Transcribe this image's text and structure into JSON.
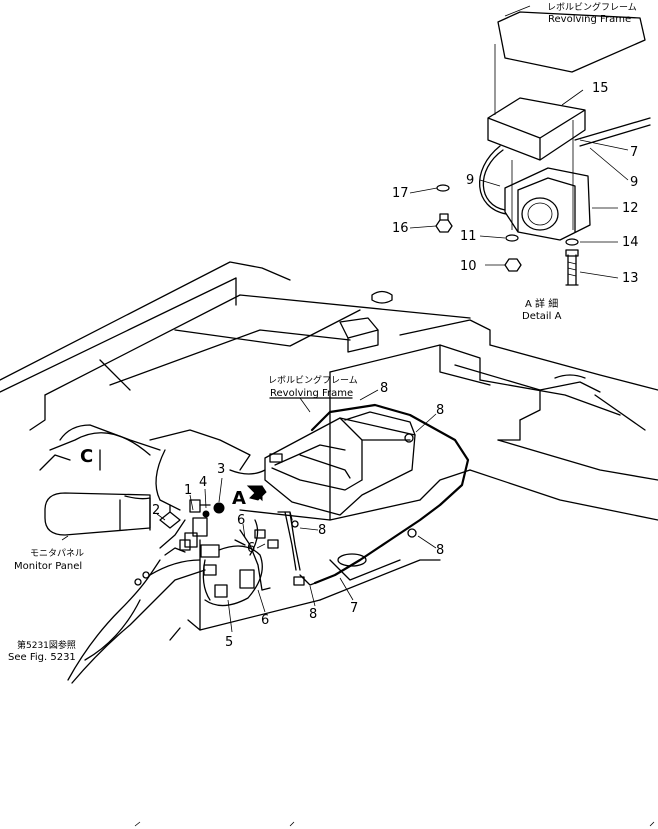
{
  "labels": {
    "revolving_frame_jp": "レボルビングフレーム",
    "revolving_frame_en": "Revolving Frame",
    "detail_jp": "A 詳 細",
    "detail_en": "Detail A",
    "monitor_panel_jp": "モニタパネル",
    "monitor_panel_en": "Monitor Panel",
    "see_fig_jp": "第5231図参照",
    "see_fig_en": "See Fig. 5231",
    "view_a": "A",
    "area_c": "C"
  },
  "callouts": [
    "1",
    "2",
    "3",
    "4",
    "5",
    "6",
    "6",
    "6",
    "7",
    "7",
    "8",
    "8",
    "8",
    "8",
    "8",
    "9",
    "9",
    "10",
    "11",
    "12",
    "13",
    "14",
    "15",
    "16",
    "17"
  ]
}
